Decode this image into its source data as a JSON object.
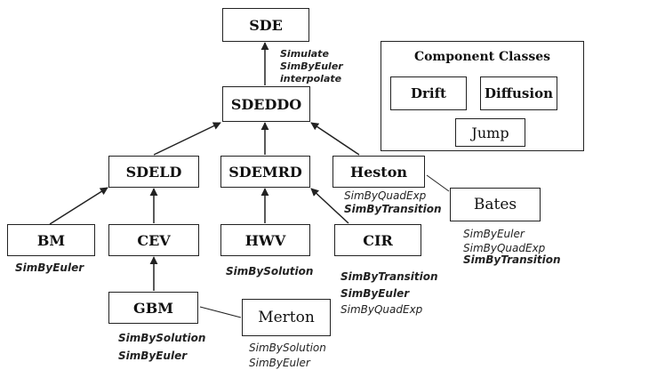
{
  "diagram": {
    "nodes": {
      "sde": "SDE",
      "sdeddo": "SDEDDO",
      "sdeld": "SDELD",
      "sdemrd": "SDEMRD",
      "heston": "Heston",
      "bm": "BM",
      "cev": "CEV",
      "hwv": "HWV",
      "cir": "CIR",
      "gbm": "GBM",
      "bates": "Bates",
      "merton": "Merton"
    },
    "component_classes": {
      "title": "Component Classes",
      "drift": "Drift",
      "diffusion": "Diffusion",
      "jump": "Jump"
    },
    "methods": {
      "sdeddo": [
        "Simulate",
        "SimByEuler",
        "interpolate"
      ],
      "heston": [
        "SimByQuadExp",
        "SimByTransition"
      ],
      "bates": [
        "SimByEuler",
        "SimByQuadExp",
        "SimByTransition"
      ],
      "bm": [
        "SimByEuler"
      ],
      "hwv": [
        "SimBySolution"
      ],
      "cir": [
        "SimByTransition",
        "SimByEuler",
        "SimByQuadExp"
      ],
      "gbm": [
        "SimBySolution",
        "SimByEuler"
      ],
      "merton": [
        "SimBySolution",
        "SimByEuler"
      ]
    }
  }
}
